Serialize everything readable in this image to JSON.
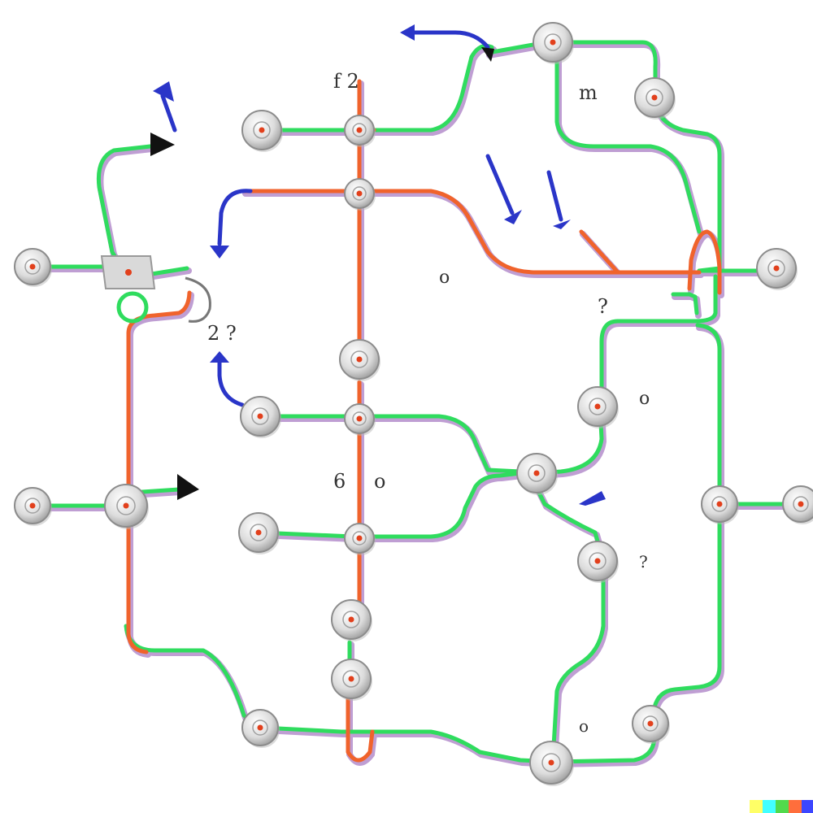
{
  "diagram": {
    "colors": {
      "green_line": "#2fdc5e",
      "orange_line": "#f0632c",
      "shadow_line": "#8a4fb0",
      "blue_arrow": "#2a35c8",
      "node_fill": "#e4e4e4",
      "node_stroke": "#8c8c8c",
      "node_dot": "#e2401c",
      "arrow_black": "#111111"
    },
    "labels": {
      "top_center": "f 2",
      "upper_right": "m",
      "left_mid": "2 ?",
      "center_left": "6",
      "center_right": "o",
      "right_mid": "o",
      "right_upper": "?",
      "right_lower": "o",
      "right_center_small": "?",
      "bottom_right": "o"
    },
    "watermark_colors": [
      "#ffff66",
      "#42ffff",
      "#51da4c",
      "#ff6e3c",
      "#3c46ff"
    ]
  }
}
